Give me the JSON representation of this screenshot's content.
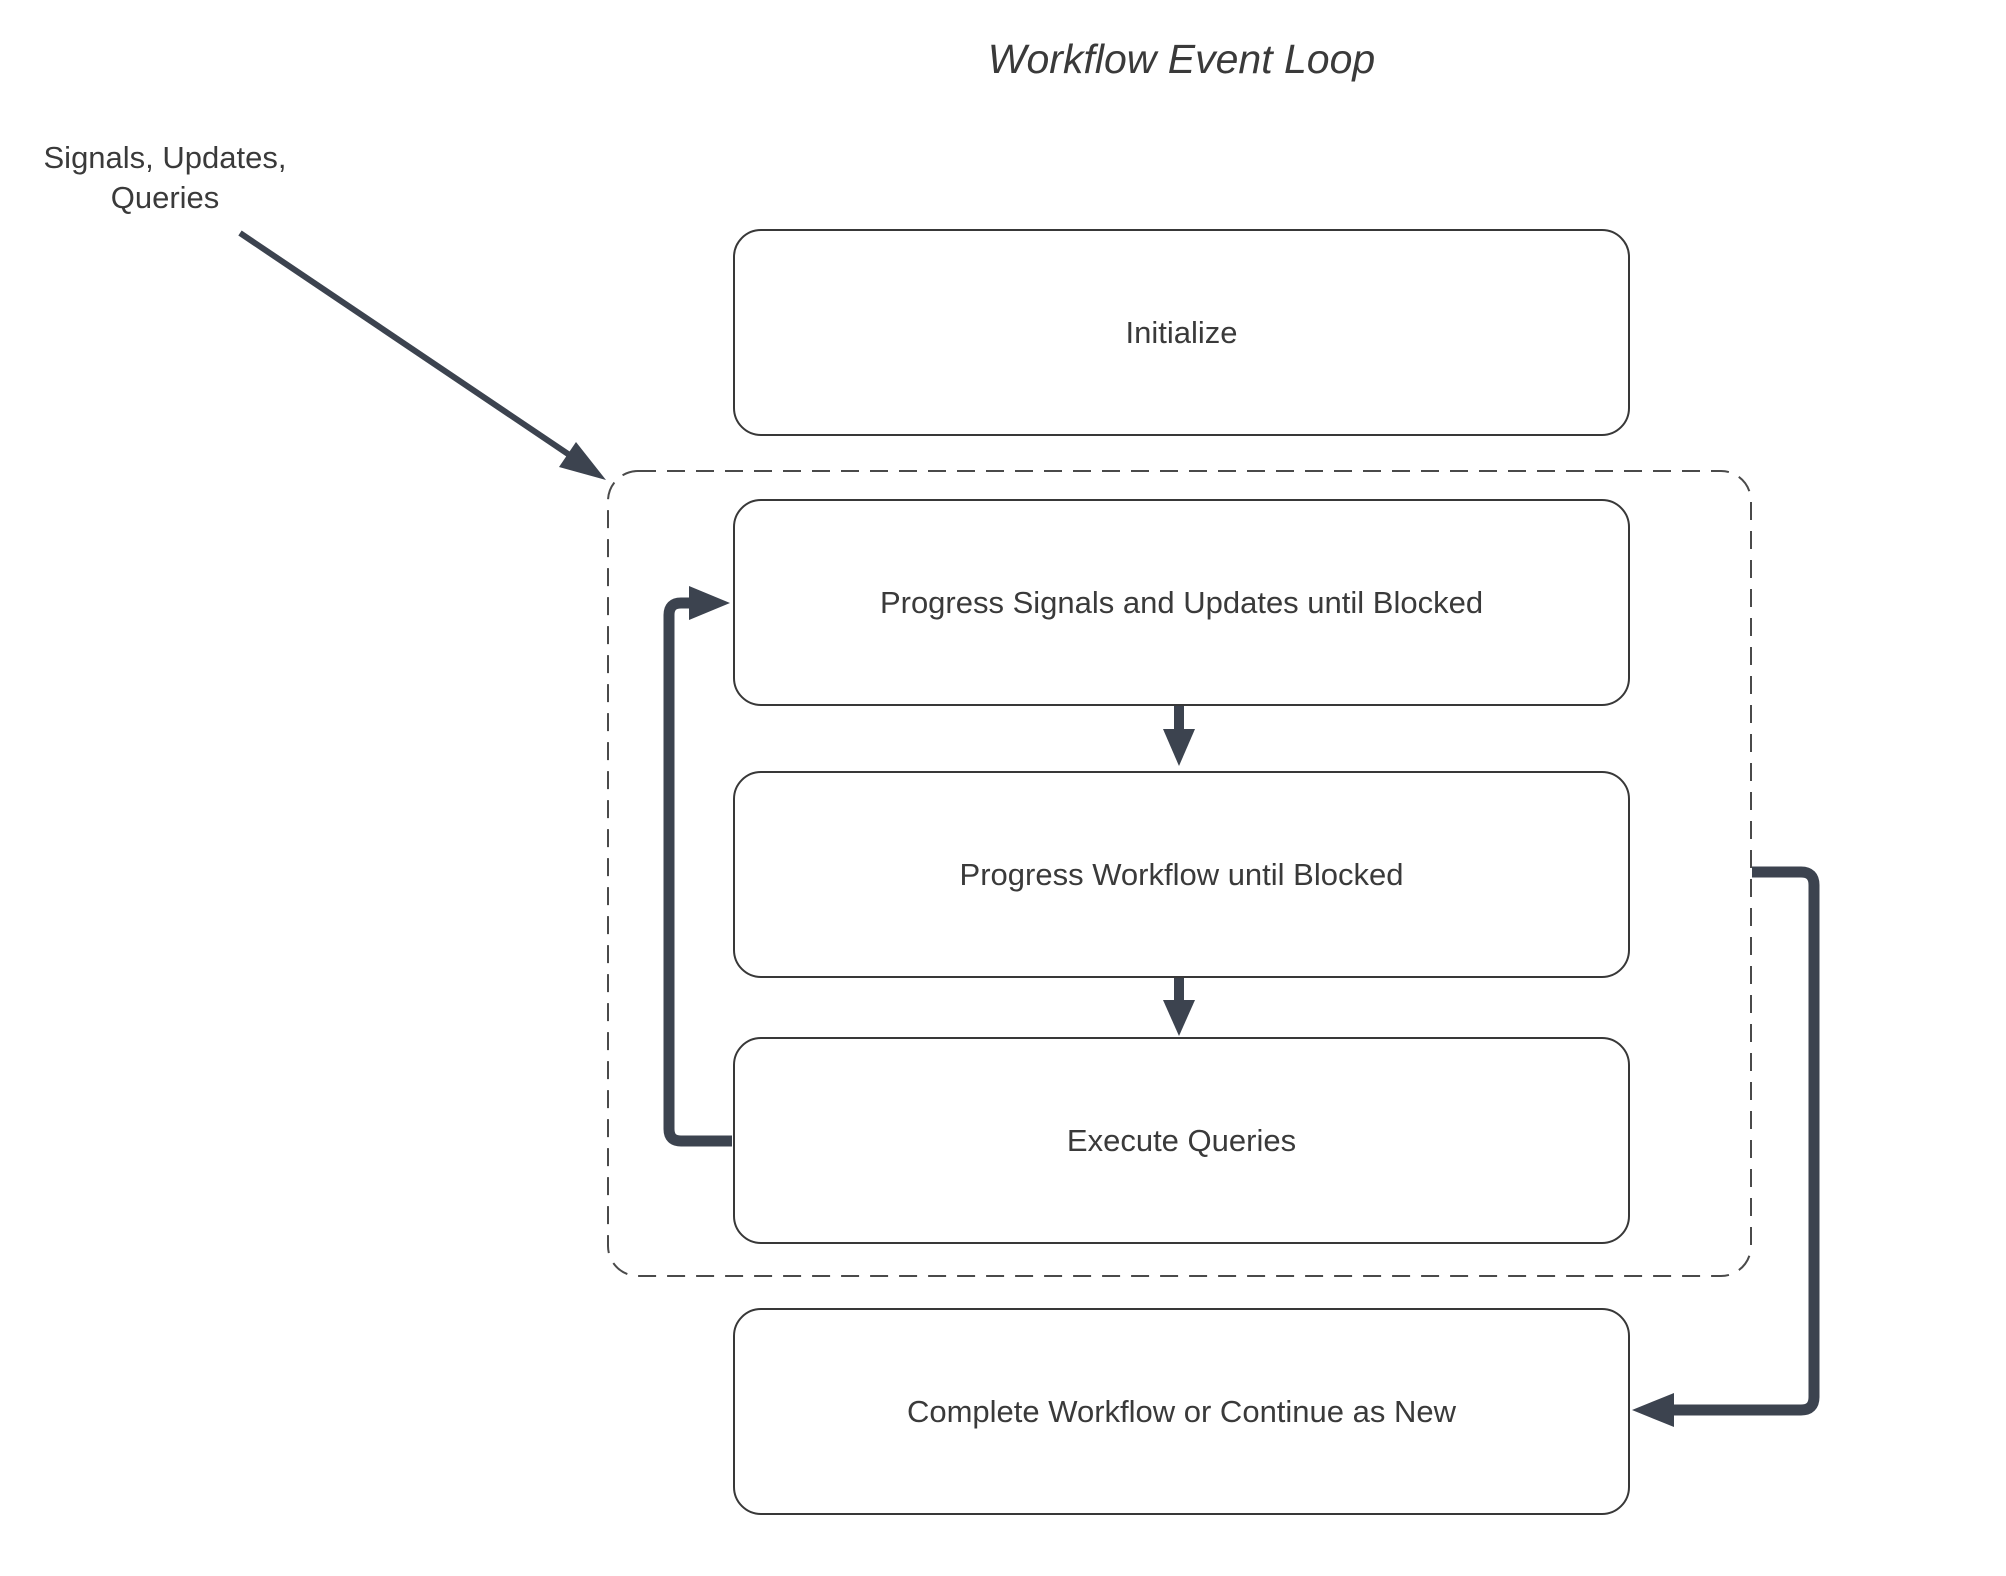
{
  "title": "Workflow Event Loop",
  "annotation": {
    "line1": "Signals, Updates,",
    "line2": "Queries"
  },
  "nodes": {
    "initialize": {
      "label": "Initialize"
    },
    "progress_signals": {
      "label": "Progress Signals and Updates until Blocked"
    },
    "progress_workflow": {
      "label": "Progress Workflow until Blocked"
    },
    "execute_queries": {
      "label": "Execute Queries"
    },
    "complete": {
      "label": "Complete Workflow or Continue as New"
    }
  },
  "group": {
    "name": "event-loop-group",
    "style": "dashed",
    "contains": [
      "progress_signals",
      "progress_workflow",
      "execute_queries"
    ]
  },
  "edges": [
    {
      "from": "signals-updates-queries-label",
      "to": "event-loop-group",
      "kind": "thin-arrow"
    },
    {
      "from": "progress_signals",
      "to": "progress_workflow",
      "kind": "arrow-down"
    },
    {
      "from": "progress_workflow",
      "to": "execute_queries",
      "kind": "arrow-down"
    },
    {
      "from": "execute_queries",
      "to": "progress_signals",
      "kind": "loop-back-arrow"
    },
    {
      "from": "event-loop-group",
      "to": "complete",
      "kind": "arrow-right-side"
    }
  ],
  "colors": {
    "connector": "#3C434F",
    "box_border": "#383838",
    "dashed_border": "#4A4A4A",
    "text": "#3A3A3A",
    "background": "#FFFFFF"
  }
}
